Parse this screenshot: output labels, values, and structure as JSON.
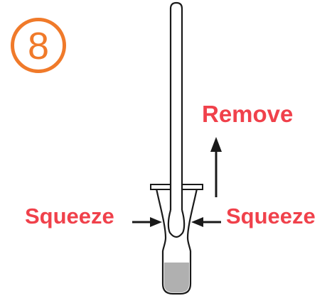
{
  "step": {
    "number": "8",
    "color": "#f07a2a"
  },
  "labels": {
    "remove": "Remove",
    "squeeze_left": "Squeeze",
    "squeeze_right": "Squeeze"
  },
  "colors": {
    "label_text": "#f0414b",
    "outline": "#1a1a1a",
    "liquid": "#b0b0b0"
  },
  "icons": {
    "step_badge": "step-number-badge",
    "remove_arrow": "arrow-up-icon",
    "squeeze_left_arrow": "arrow-right-icon",
    "squeeze_right_arrow": "arrow-left-icon"
  }
}
